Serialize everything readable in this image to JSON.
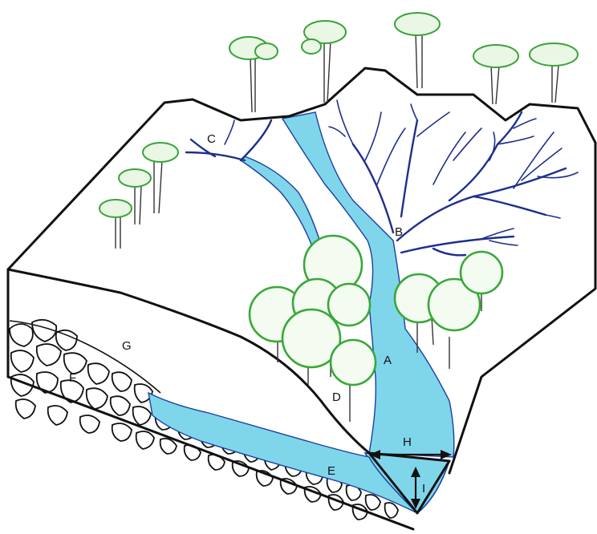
{
  "labels": {
    "A": "A",
    "B": "B",
    "C": "C",
    "D": "D",
    "E": "E",
    "F": "F",
    "G": "G",
    "H": "H",
    "I": "I"
  },
  "colors": {
    "water": "#7fd6ea",
    "tributary": "#1f2f8c",
    "tree_crown": "#3aa33a",
    "outline": "#111111"
  }
}
